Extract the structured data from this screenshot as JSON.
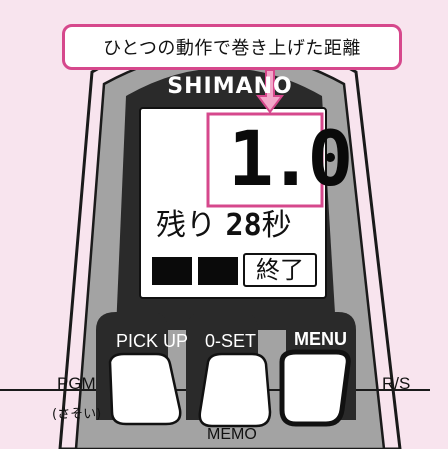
{
  "callout": {
    "text": "ひとつの動作で巻き上げた距離"
  },
  "device": {
    "brand": "SHIMANO"
  },
  "display": {
    "distance_value": "1.0",
    "remaining_prefix": "残り",
    "remaining_seconds": "28",
    "remaining_suffix": "秒",
    "progress_filled": 2,
    "finish_label": "終了"
  },
  "buttons": {
    "pick_up": "PICK UP",
    "zero_set": "0-SET",
    "menu": "MENU",
    "pgm": "PGM",
    "pgm_sub": "(さそい)",
    "memo": "MEMO",
    "rs": "R/S"
  },
  "colors": {
    "background": "#f8e4ee",
    "highlight": "#d6488c",
    "body_dark": "#2b2b2b",
    "body_grey": "#9a9a9a",
    "lcd": "#ffffff"
  }
}
